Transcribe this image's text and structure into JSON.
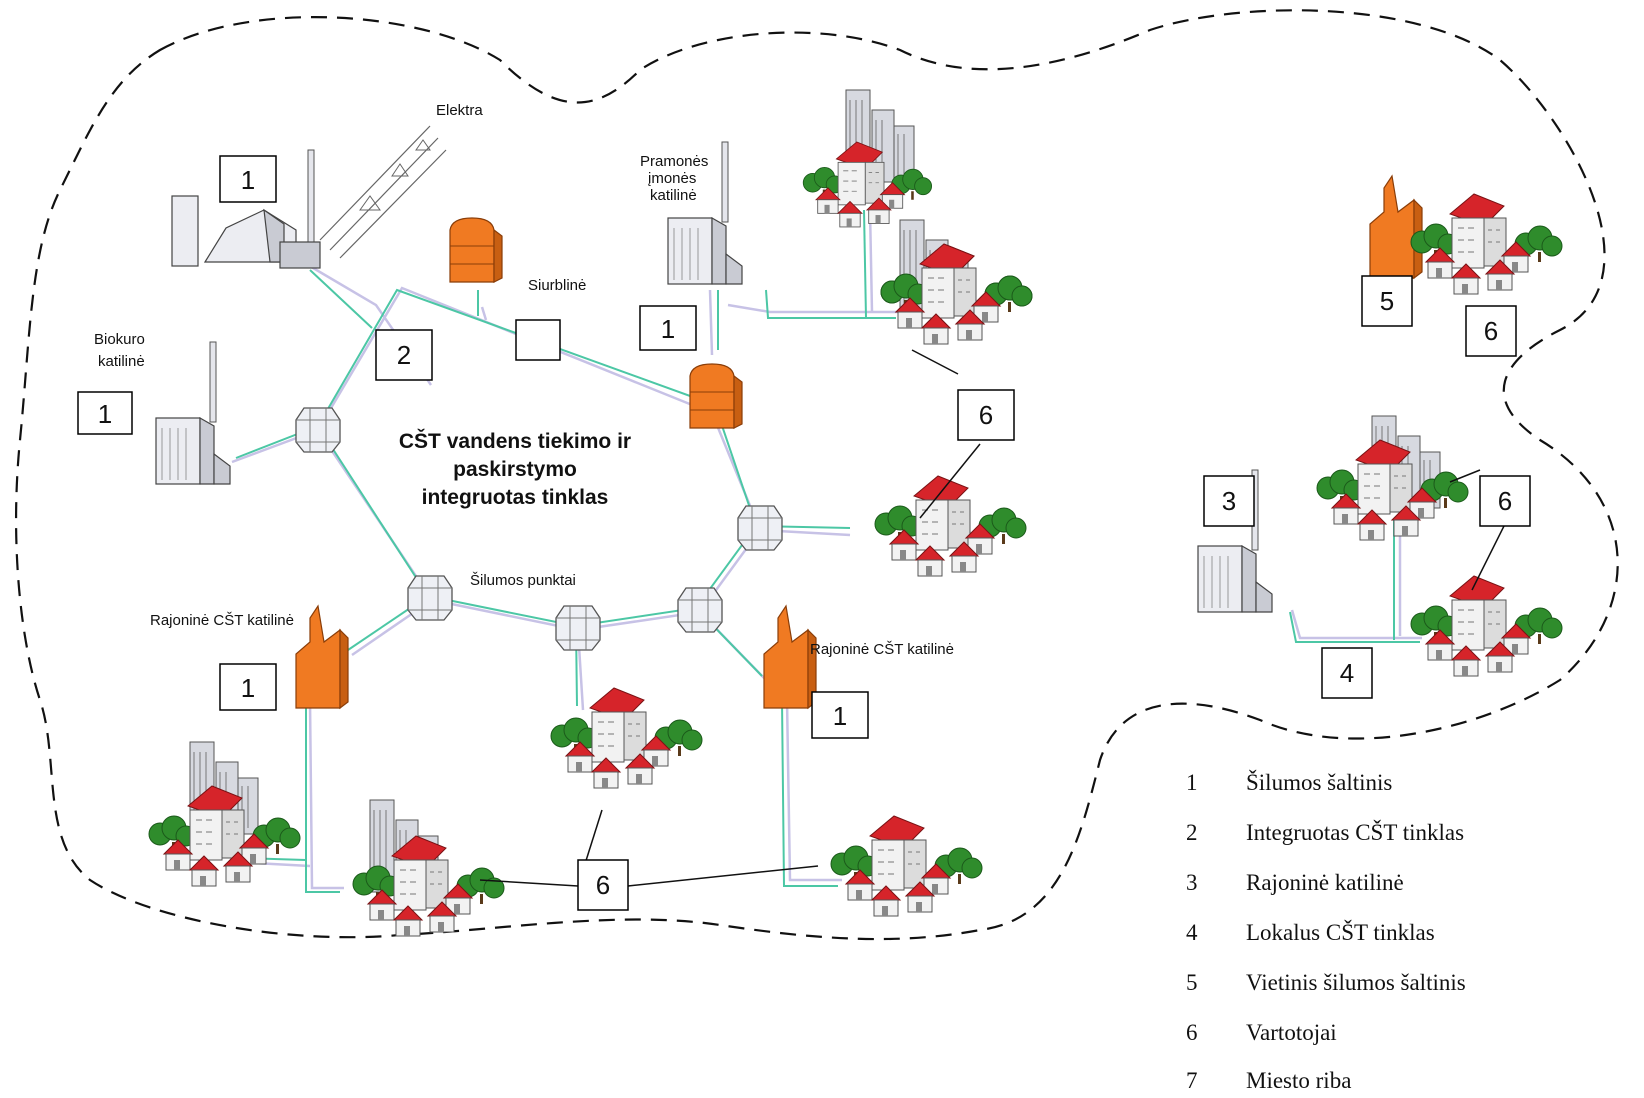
{
  "diagram": {
    "title_lines": [
      "CŠT vandens tiekimo ir",
      "paskirstymo",
      "integruotas tinklas"
    ],
    "labels": {
      "elektra": "Elektra",
      "pramones_1": "Pramonės",
      "pramones_2": "įmonės",
      "pramones_3": "katilinė",
      "siurbline": "Siurblinė",
      "biokuro_1": "Biokuro",
      "biokuro_2": "katilinė",
      "silumos_punktai": "Šilumos punktai",
      "rajonine_left": "Rajoninė CŠT katilinė",
      "rajonine_right": "Rajoninė CŠT katilinė"
    },
    "boxes": {
      "power_plant": "1",
      "biokuro": "1",
      "network": "2",
      "pump": "",
      "industrial": "1",
      "district_left": "1",
      "district_right": "1",
      "consumers_upper": "6",
      "consumers_bottom": "6",
      "local_source": "5",
      "local_consumers": "6",
      "regional_boiler": "3",
      "regional_consumers": "6",
      "local_network": "4"
    },
    "legend": [
      {
        "num": "1",
        "text": "Šilumos šaltinis"
      },
      {
        "num": "2",
        "text": "Integruotas CŠT tinklas"
      },
      {
        "num": "3",
        "text": "Rajoninė katilinė"
      },
      {
        "num": "4",
        "text": "Lokalus CŠT tinklas"
      },
      {
        "num": "5",
        "text": "Vietinis šilumos šaltinis"
      },
      {
        "num": "6",
        "text": "Vartotojai"
      },
      {
        "num": "7",
        "text": "Miesto riba"
      }
    ],
    "colors": {
      "supply_pipe": "#4cc7a5",
      "return_pipe": "#c7c2e6",
      "boiler_orange": "#f07a22",
      "roof_red": "#d6242a",
      "tree_green": "#2f8c2c"
    }
  }
}
